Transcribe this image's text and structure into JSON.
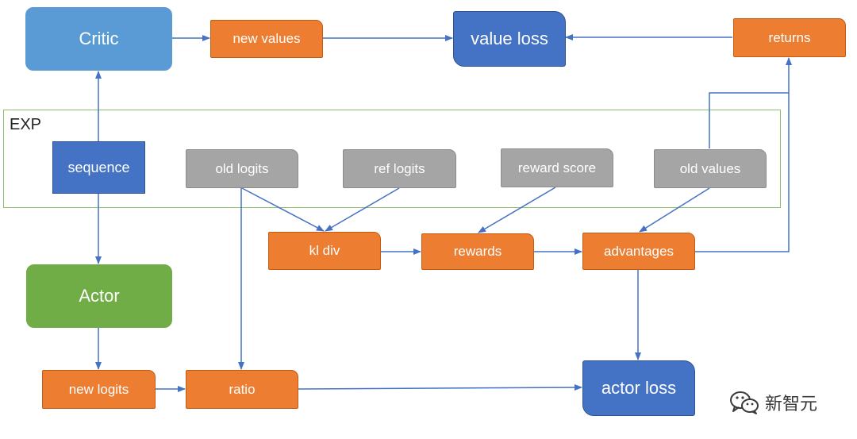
{
  "group": {
    "label": "EXP"
  },
  "nodes": {
    "critic": "Critic",
    "new_values": "new values",
    "value_loss": "value loss",
    "returns": "returns",
    "sequence": "sequence",
    "old_logits": "old logits",
    "ref_logits": "ref logits",
    "reward_score": "reward score",
    "old_values": "old values",
    "kl_div": "kl div",
    "rewards": "rewards",
    "advantages": "advantages",
    "actor": "Actor",
    "new_logits": "new logits",
    "ratio": "ratio",
    "actor_loss": "actor loss"
  },
  "watermark": {
    "text": "新智元",
    "icon": "wechat-icon"
  },
  "colors": {
    "orange": "#ED7D31",
    "gray": "#A5A5A5",
    "dark_blue": "#4472C4",
    "light_blue": "#5B9BD5",
    "green": "#70AD47",
    "edge": "#4472C4",
    "group_border": "#8DBF6A"
  }
}
